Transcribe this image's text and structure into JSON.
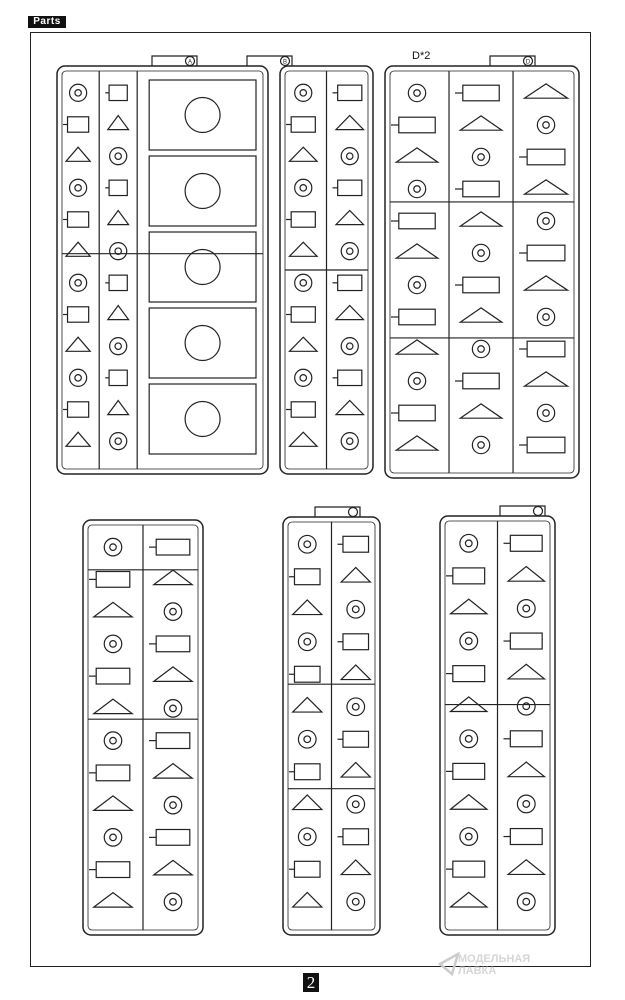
{
  "header": {
    "label": "Parts"
  },
  "sprues": [
    {
      "id": "A",
      "tag": "A"
    },
    {
      "id": "B",
      "tag": "B"
    },
    {
      "id": "D",
      "tag": "D",
      "quantity_note": "D*2"
    },
    {
      "id": "lower-left",
      "tag": ""
    },
    {
      "id": "lower-middle",
      "tag": ""
    },
    {
      "id": "lower-right",
      "tag": ""
    }
  ],
  "footer": {
    "page_number": "2"
  },
  "watermark": {
    "line1": "МОДЕЛЬНАЯ",
    "line2": "ЛАВКА"
  },
  "colors": {
    "ink": "#222222",
    "background": "#ffffff"
  }
}
